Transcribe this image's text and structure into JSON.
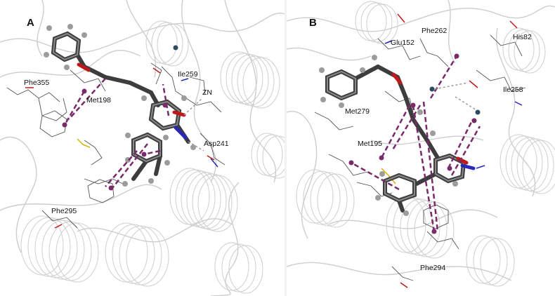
{
  "panels": [
    {
      "letter": "A",
      "labels": {
        "phe355": "Phe355",
        "met198": "Met198",
        "ile259": "Ile259",
        "zn": "ZN",
        "asp241": "Asp241",
        "phe295": "Phe295"
      }
    },
    {
      "letter": "B",
      "labels": {
        "phe262": "Phe262",
        "his82": "His82",
        "glu152": "Glu152",
        "ile258": "Ile258",
        "met279": "Met279",
        "met195": "Met195",
        "phe294": "Phe294"
      }
    }
  ],
  "colors": {
    "ribbon": "#c8c8c8",
    "ligand": "#3d3d3d",
    "ligand_highlight": "#8a8a8a",
    "interaction": "#7a2a6a",
    "oxygen": "#c01818",
    "nitrogen": "#2828b8",
    "sulfur": "#d4b400",
    "zinc": "#2e4a5e"
  }
}
